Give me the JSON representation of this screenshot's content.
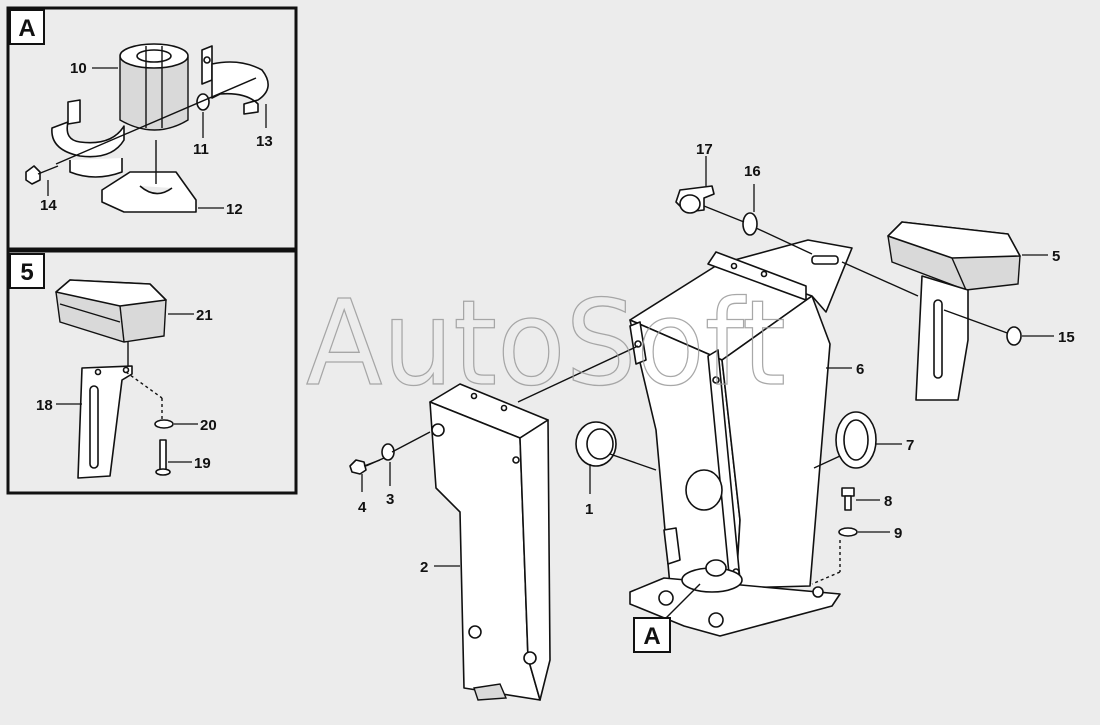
{
  "watermark": "AutoSoft",
  "panels": {
    "top_left_tag": "A",
    "bottom_left_tag": "5",
    "detail_callout": "A"
  },
  "callouts": {
    "p1": "1",
    "p2": "2",
    "p3": "3",
    "p4": "4",
    "p5": "5",
    "p6": "6",
    "p7": "7",
    "p8": "8",
    "p9": "9",
    "p10": "10",
    "p11": "11",
    "p12": "12",
    "p13": "13",
    "p14": "14",
    "p15": "15",
    "p16": "16",
    "p17": "17",
    "p18": "18",
    "p19": "19",
    "p20": "20",
    "p21": "21"
  }
}
